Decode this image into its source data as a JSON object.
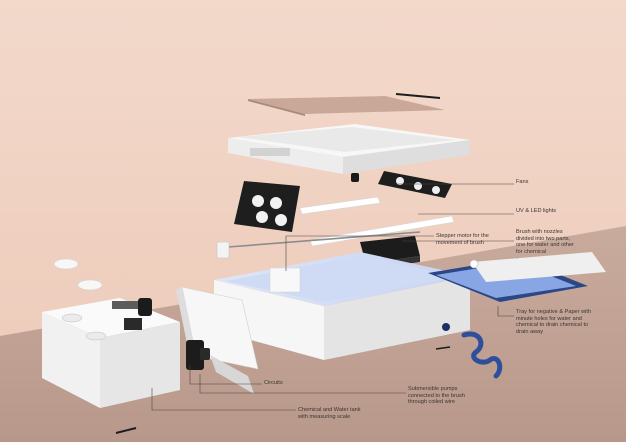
{
  "colors": {
    "wall": "#f2d6c6",
    "floor": "#c4a79a",
    "body_white": "#f4f4f4",
    "shade": "#d9d9d9",
    "black_part": "#1f1f1f",
    "blue_tube": "#2f4f9a",
    "label_text": "#3a3532",
    "leader_line": "#4a4442"
  },
  "labels": {
    "fans": "Fans",
    "uv_led": "UV & LED lights",
    "brush_nozzles": "Brush with nozzles\ndivided into two parts,\none for water and other\nfor chemical",
    "stepper_motor": "Stepper motor for the\nmovement of brush",
    "tray": "Tray for negative & Paper with\nminute holes for water and\nchemical to drain  chemical to\ndrain away",
    "circuits": "Circuits",
    "pumps": "Submersible pumps\nconnected to the brush\nthrough coiled wire",
    "tank": "Chemical and Water tank\nwith measuring scale"
  }
}
